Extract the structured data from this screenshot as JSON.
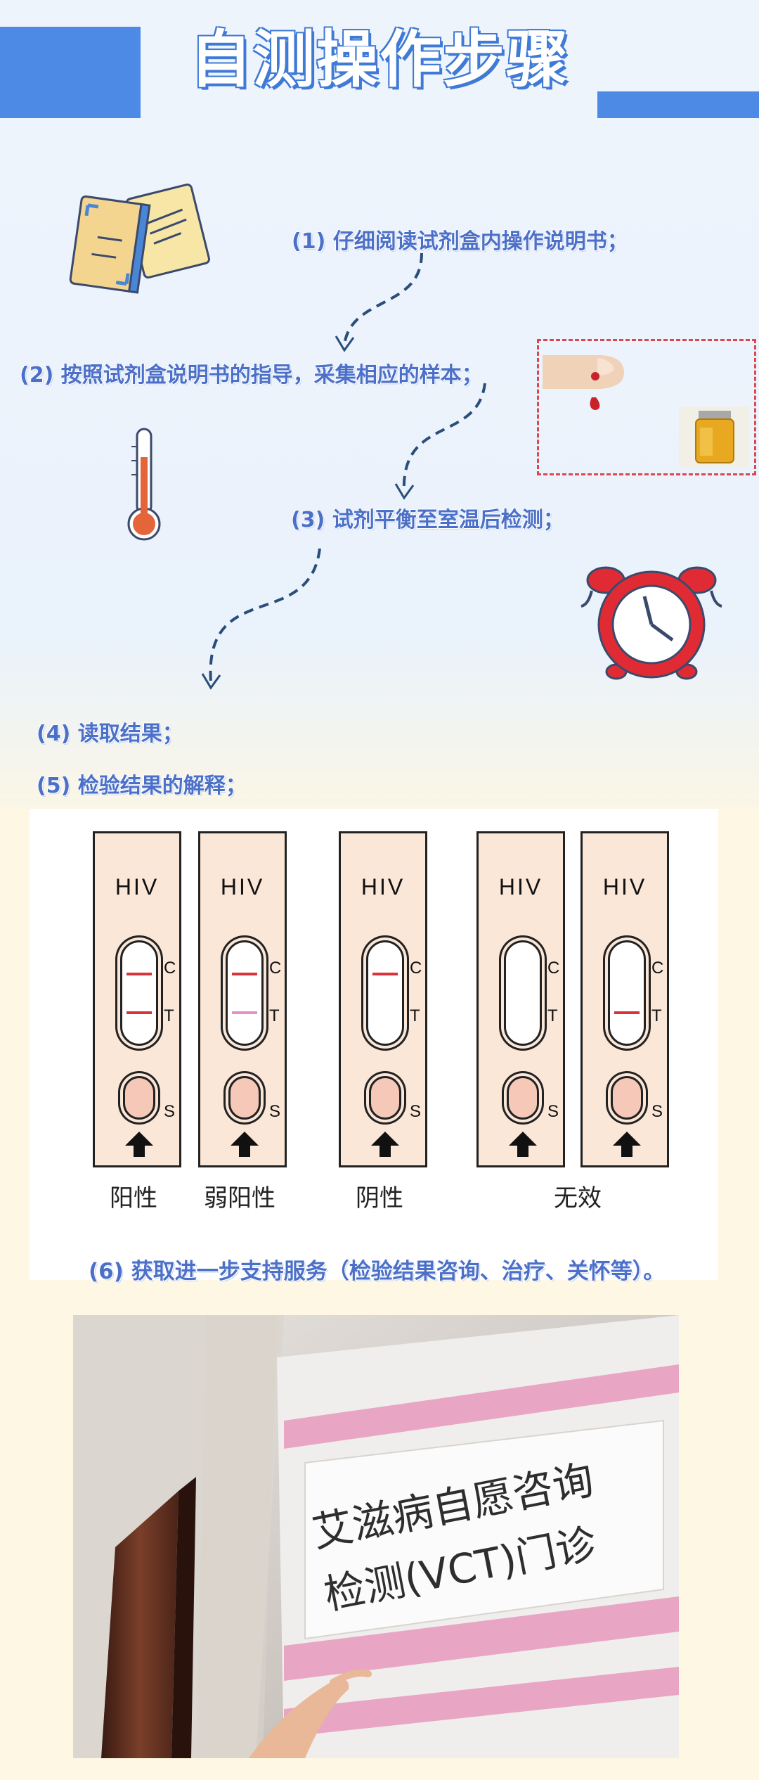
{
  "header": {
    "title": "自测操作步骤"
  },
  "steps": [
    {
      "label": "(1) 仔细阅读试剂盒内操作说明书；"
    },
    {
      "label": "(2) 按照试剂盒说明书的指导，采集相应的样本；"
    },
    {
      "label": "(3) 试剂平衡至室温后检测；"
    },
    {
      "label": "(4) 读取结果；"
    },
    {
      "label": "(5) 检验结果的解释；"
    },
    {
      "label": "(6) 获取进一步支持服务（检验结果咨询、治疗、关怀等）。"
    }
  ],
  "test_strips": {
    "strip_title": "HIV",
    "control_letter": "C",
    "test_letter": "T",
    "sample_letter": "S",
    "strips": [
      {
        "control_line": "#d9323a",
        "test_line": "#d9323a"
      },
      {
        "control_line": "#d9323a",
        "test_line": "#e58fc9"
      },
      {
        "control_line": "#d9323a",
        "test_line": null
      },
      {
        "control_line": null,
        "test_line": null
      },
      {
        "control_line": null,
        "test_line": "#d9323a"
      }
    ],
    "results": [
      "阳性",
      "弱阳性",
      "阴性",
      "无效"
    ]
  },
  "photo_sign": {
    "line1": "艾滋病自愿咨询",
    "line2": "检测(VCT)门诊"
  },
  "colors": {
    "accent_blue": "#4d8ae5",
    "step_text": "#4c70c8",
    "dashed_path": "#2a4d7a",
    "sample_border": "#d84850",
    "positive_line": "#d9323a",
    "weak_line": "#e58fc9"
  },
  "icons": {
    "book": "book-icon",
    "thermometer": "thermometer-icon",
    "alarm_clock": "alarm-clock-icon",
    "finger_blood": "finger-blood-icon",
    "urine_cup": "urine-sample-icon"
  }
}
